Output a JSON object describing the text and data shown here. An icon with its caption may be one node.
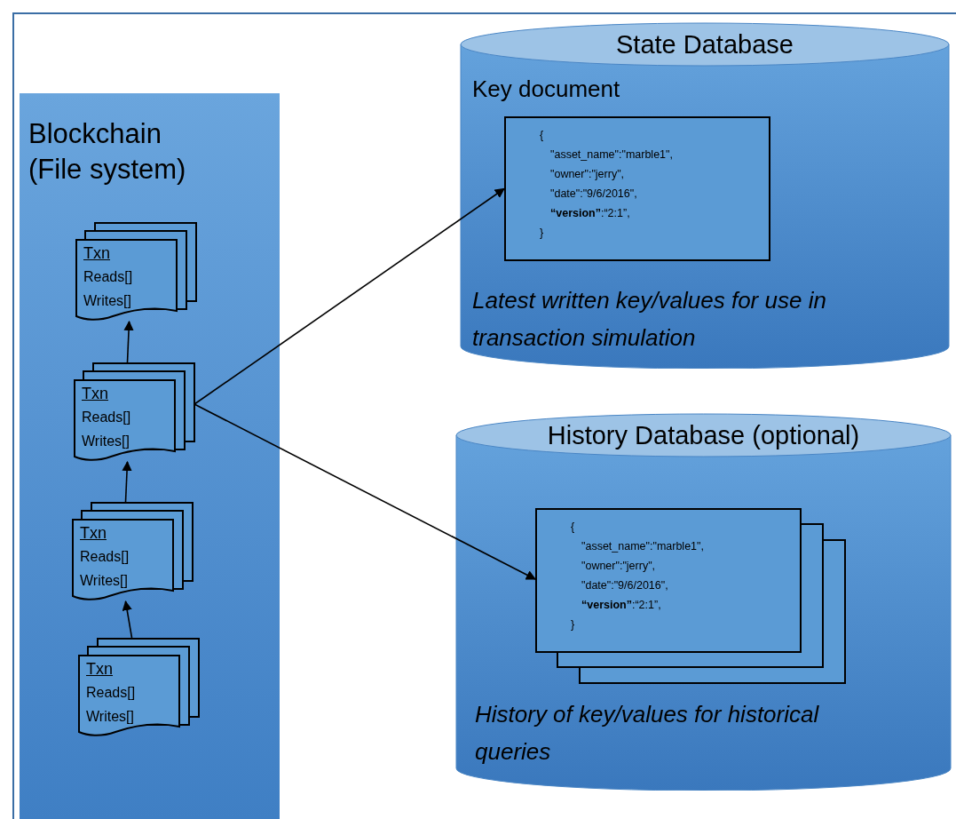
{
  "diagram": {
    "nodes": [
      {
        "text": [
          "Blockchain (File system)"
        ]
      },
      {
        "text": [
          "Txn",
          "Reads[]",
          "Writes[]"
        ],
        "in": 0
      },
      {
        "text": [
          "Txn",
          "Reads[]",
          "Writes[]"
        ],
        "in": 0
      },
      {
        "text": [
          "Txn",
          "Reads[]",
          "Writes[]"
        ],
        "in": 0
      },
      {
        "text": [
          "Txn",
          "Reads[]",
          "Writes[]"
        ],
        "in": 0
      },
      {
        "text": [
          "State Database",
          "Key document",
          "Latest written key/values for use in transaction simulation"
        ]
      },
      {
        "text": [
          "{",
          "\"asset_name\":\"marble1\",",
          "\"owner\":\"jerry\",",
          "\"date\":\"9/6/2016\",",
          "**“version”**:“2:1”,",
          "}"
        ],
        "in": 5
      },
      {
        "text": [
          "History Database (optional)",
          "History of key/values for historical queries"
        ]
      },
      {
        "text": [
          "{",
          "\"asset_name\":\"marble1\",",
          "\"owner\":\"jerry\",",
          "\"date\":\"9/6/2016\",",
          "**“version”**:“2:1”,",
          "}"
        ],
        "in": 7
      }
    ],
    "edges": [
      {
        "from": 2,
        "to": 1,
        "arrow": "to"
      },
      {
        "from": 3,
        "to": 2,
        "arrow": "to"
      },
      {
        "from": 4,
        "to": 3,
        "arrow": "to"
      },
      {
        "from": 2,
        "to": 6,
        "arrow": "to"
      },
      {
        "from": 2,
        "to": 8,
        "arrow": "to"
      }
    ]
  }
}
